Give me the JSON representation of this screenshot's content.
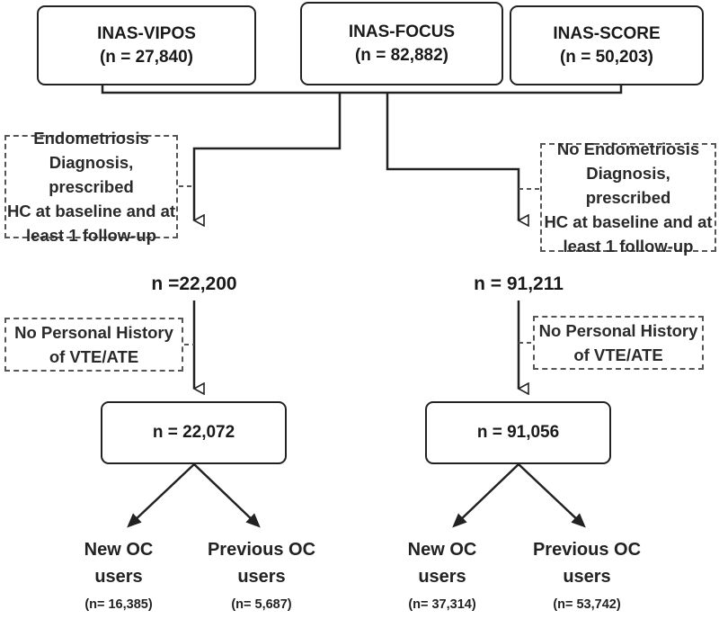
{
  "sources": [
    {
      "name": "INAS-VIPOS",
      "n": "(n = 27,840)"
    },
    {
      "name": "INAS-FOCUS",
      "n": "(n = 82,882)"
    },
    {
      "name": "INAS-SCORE",
      "n": "(n = 50,203)"
    }
  ],
  "left_branch": {
    "criterion_1": [
      "Endometriosis",
      "Diagnosis, prescribed",
      "HC at baseline and at",
      "least 1 follow-up"
    ],
    "count_1": "n =22,200",
    "criterion_2": [
      "No Personal History",
      "of VTE/ATE"
    ],
    "count_2": "n = 22,072",
    "groups": [
      {
        "label": [
          "New OC",
          "users"
        ],
        "n": "(n= 16,385)"
      },
      {
        "label": [
          "Previous OC",
          "users"
        ],
        "n": "(n= 5,687)"
      }
    ]
  },
  "right_branch": {
    "criterion_1": [
      "No Endometriosis",
      "Diagnosis, prescribed",
      "HC at baseline and at",
      "least 1 follow-up"
    ],
    "count_1": "n = 91,211",
    "criterion_2": [
      "No Personal History",
      "of VTE/ATE"
    ],
    "count_2": "n = 91,056",
    "groups": [
      {
        "label": [
          "New OC",
          "users"
        ],
        "n": "(n= 37,314)"
      },
      {
        "label": [
          "Previous OC",
          "users"
        ],
        "n": "(n= 53,742)"
      }
    ]
  }
}
